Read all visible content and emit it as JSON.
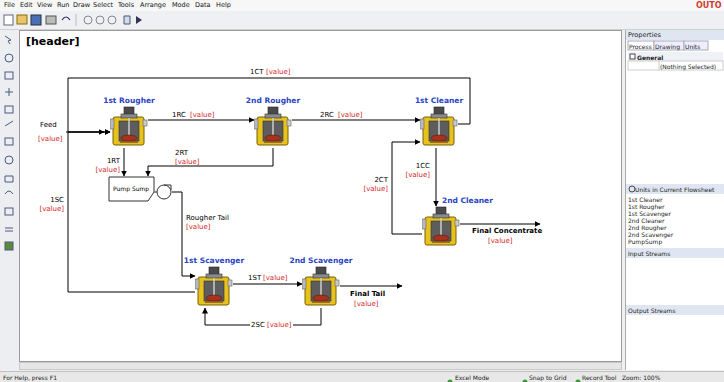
{
  "diagram": {
    "nodes": [
      {
        "text": [
          "1st Rougher"
        ]
      },
      {
        "text": [
          "2nd Rougher"
        ]
      },
      {
        "text": [
          "1st Cleaner"
        ]
      },
      {
        "text": [
          "2nd Cleaner"
        ]
      },
      {
        "text": [
          "Pump Sump"
        ]
      },
      {
        "text": [
          "1st Scavenger"
        ]
      },
      {
        "text": [
          "2nd Scavenger"
        ]
      }
    ],
    "edges": [
      {
        "from": 0,
        "to": 1,
        "arrow": "to",
        "label": "1RC"
      },
      {
        "from": 1,
        "to": 2,
        "arrow": "to",
        "label": "2RC"
      },
      {
        "from": 2,
        "to": 0,
        "arrow": "to",
        "label": "1CT"
      },
      {
        "from": 2,
        "to": 3,
        "arrow": "to",
        "label": "1CC"
      },
      {
        "from": 3,
        "to": 2,
        "arrow": "to",
        "label": "2CT"
      },
      {
        "from": 0,
        "to": 4,
        "arrow": "to",
        "label": "1RT"
      },
      {
        "from": 1,
        "to": 4,
        "arrow": "to",
        "label": "2RT"
      },
      {
        "from": 4,
        "to": 5,
        "arrow": "to",
        "label": "Rougher Tail"
      },
      {
        "from": 5,
        "to": 6,
        "arrow": "to",
        "label": "1ST"
      },
      {
        "from": 6,
        "to": 5,
        "arrow": "to",
        "label": "2SC"
      },
      {
        "from": 5,
        "to": 0,
        "arrow": "to",
        "label": "1SC"
      }
    ],
    "labels": [
      "[header]",
      "Feed",
      "[value]",
      "[value]",
      "[value]",
      "[value]",
      "[value]",
      "[value]",
      "[value]",
      "[value]",
      "[value]",
      "[value]",
      "Final Concentrate",
      "[value]",
      "[value]",
      "Final Tail",
      "[value]",
      "[value]",
      "File",
      "Edit",
      "View",
      "Run",
      "Draw",
      "Select",
      "Tools",
      "Arrange",
      "Mode",
      "Data",
      "Help",
      "OUTO",
      "Properties",
      "Process",
      "Drawing",
      "Units",
      "General",
      "(Nothing Selected)",
      "Units in Current Flowsheet",
      "1st Cleaner",
      "1st Rougher",
      "1st Scavenger",
      "2nd Cleaner",
      "2nd Rougher",
      "2nd Scavenger",
      "PumpSump",
      "Input Streams",
      "Output Streams",
      "For Help, press F1",
      "Excel Mode",
      "Snap to Grid",
      "Record Tool",
      "Zoom: 100%"
    ]
  }
}
